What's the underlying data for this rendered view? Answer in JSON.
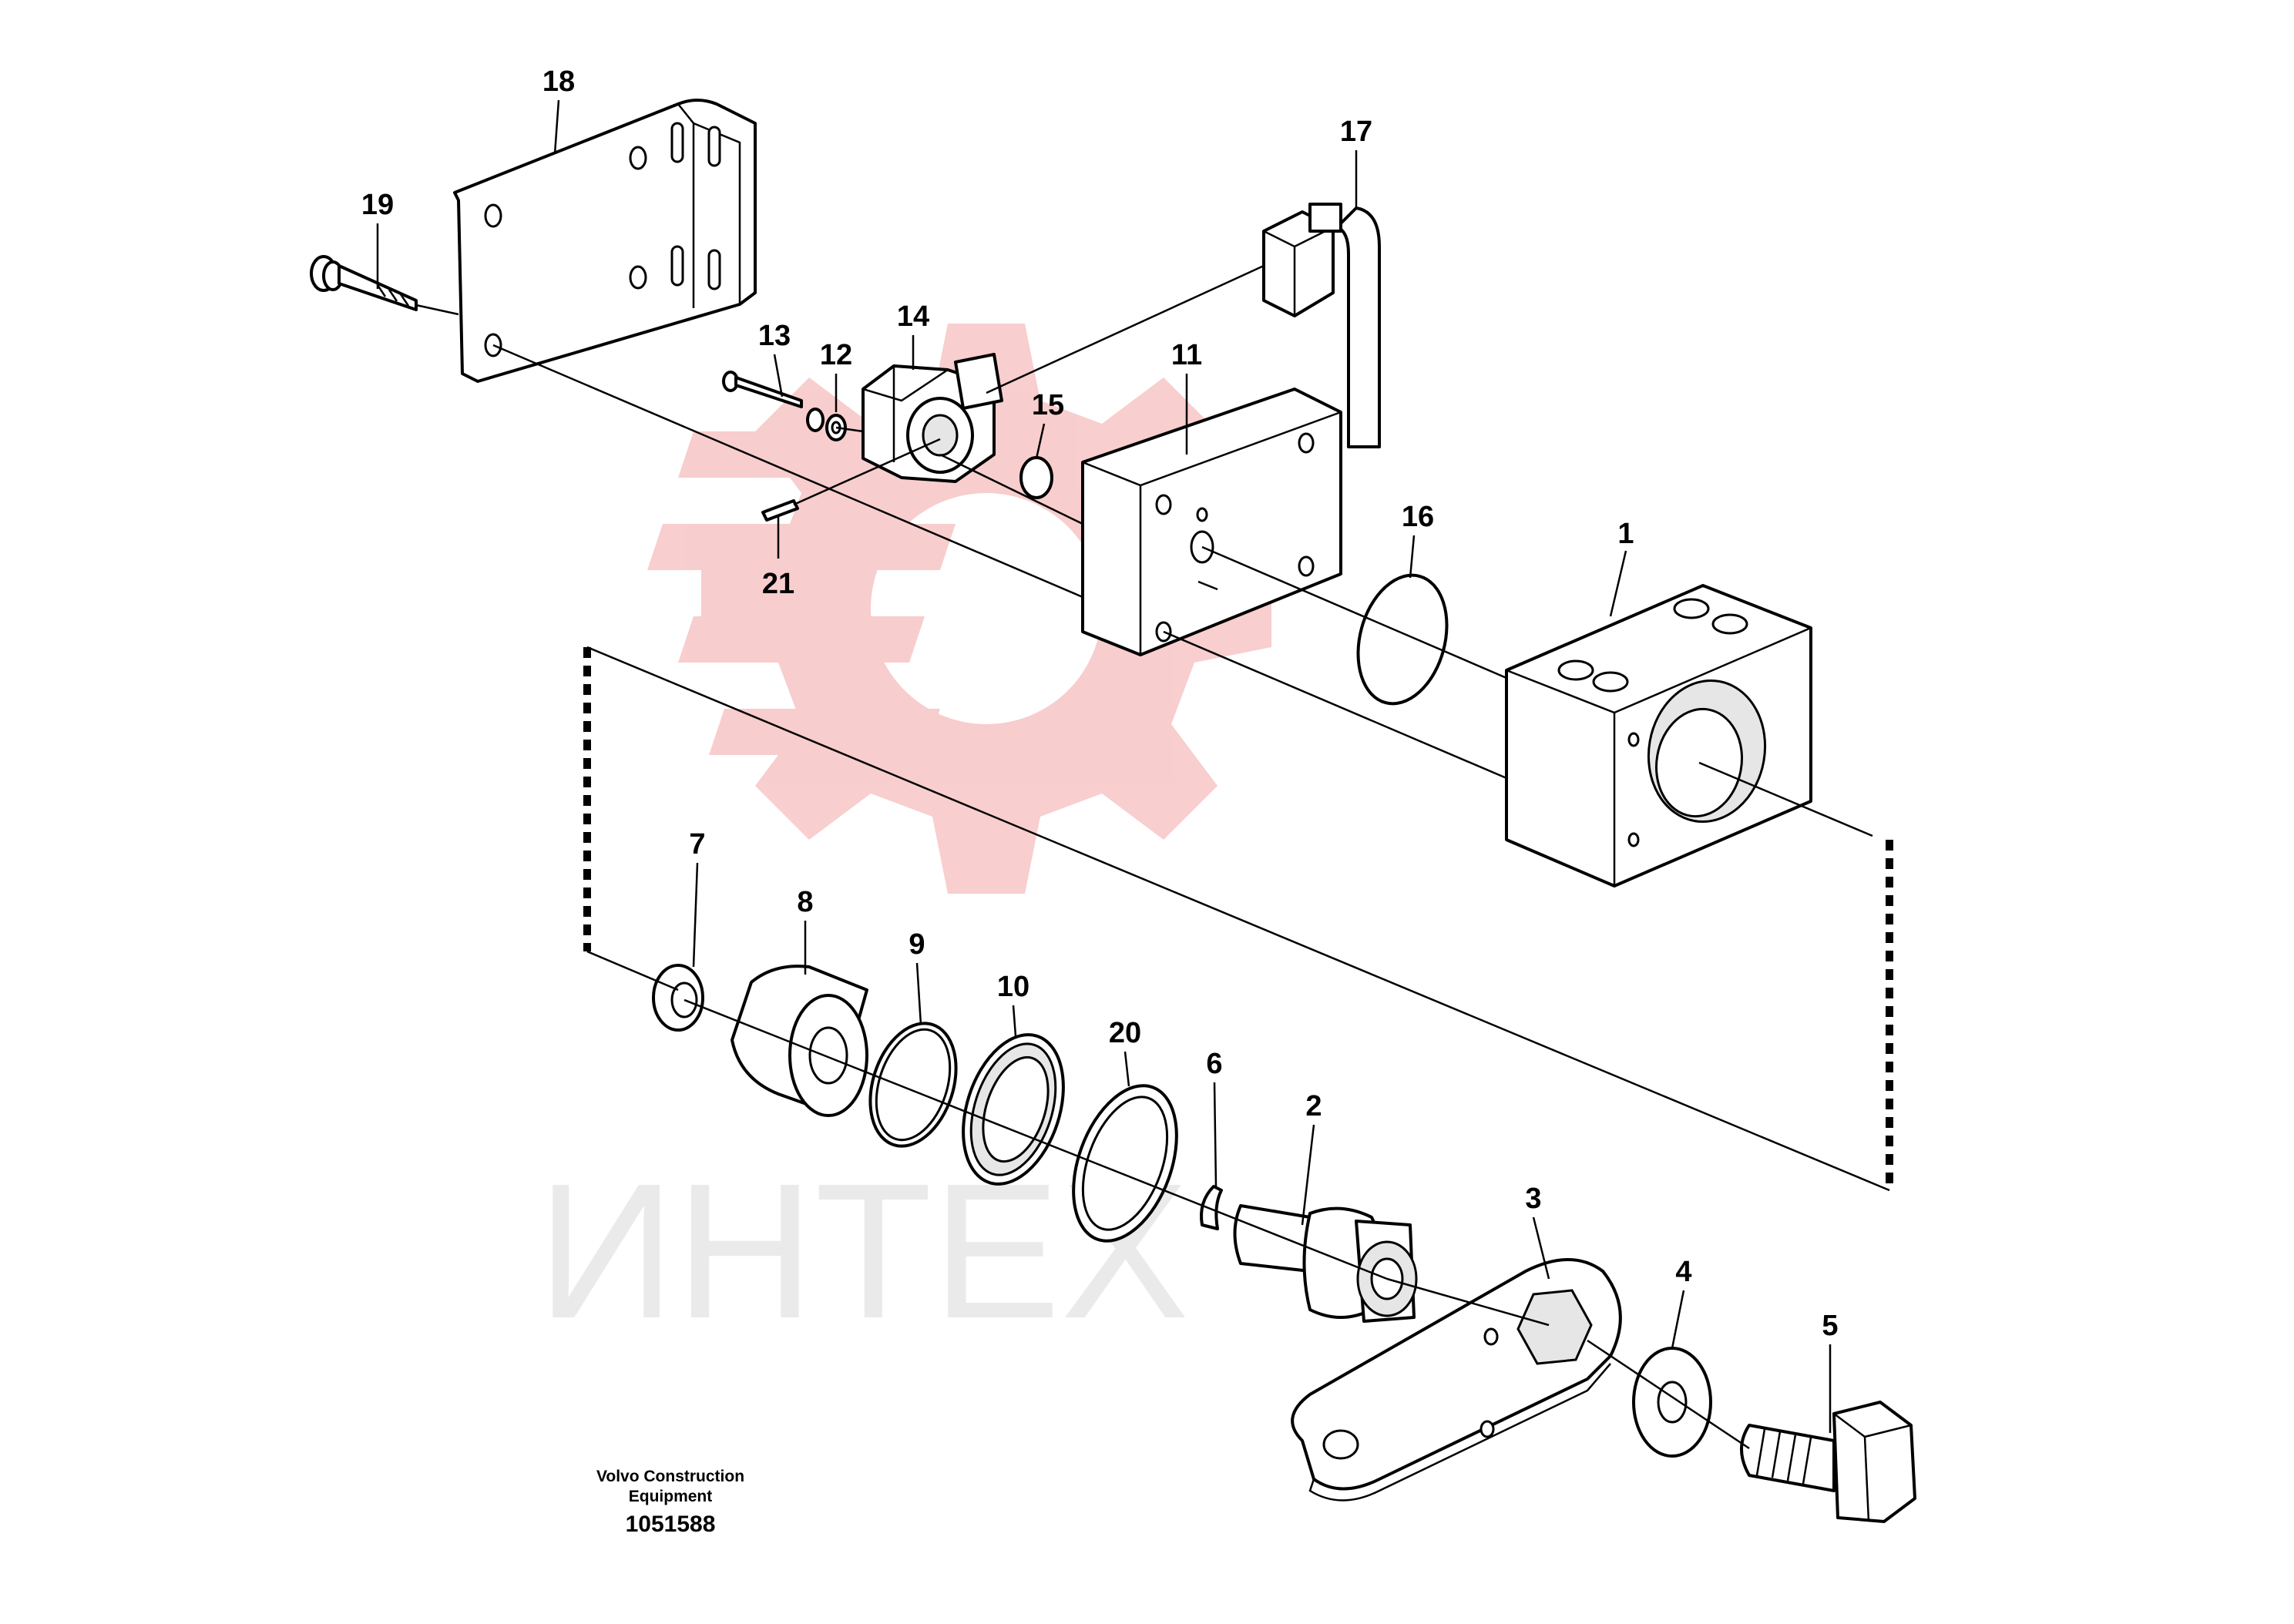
{
  "credit": {
    "line1": "Volvo Construction",
    "line2": "Equipment",
    "drawing_number": "1051588"
  },
  "watermark": {
    "text": "ИНТЕХ",
    "color": "#f5b3b3"
  },
  "callouts": {
    "c1": "1",
    "c2": "2",
    "c3": "3",
    "c4": "4",
    "c5": "5",
    "c6": "6",
    "c7": "7",
    "c8": "8",
    "c9": "9",
    "c10": "10",
    "c11": "11",
    "c12": "12",
    "c13": "13",
    "c14": "14",
    "c15": "15",
    "c16": "16",
    "c17": "17",
    "c18": "18",
    "c19": "19",
    "c20": "20",
    "c21": "21"
  }
}
